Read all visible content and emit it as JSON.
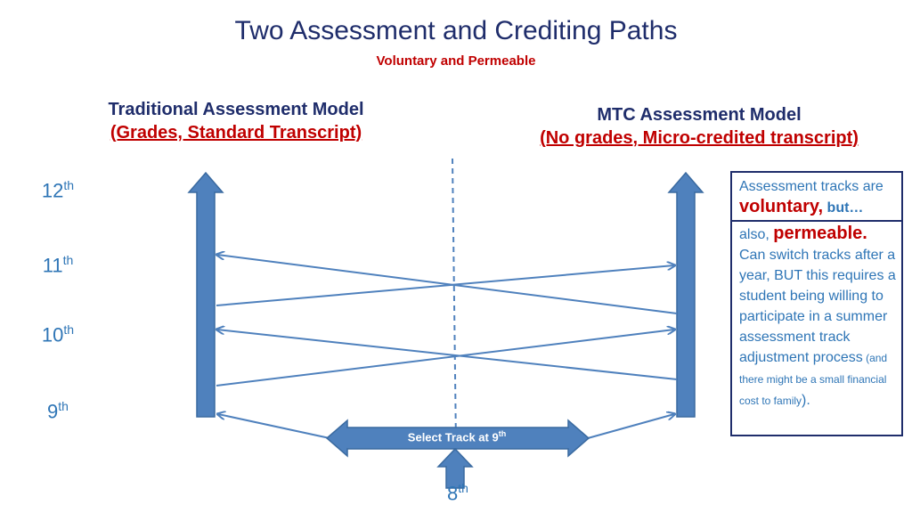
{
  "title": "Two Assessment and Crediting Paths",
  "subtitle": "Voluntary and Permeable",
  "left_model": {
    "name": "Traditional Assessment Model",
    "desc": "(Grades, Standard Transcript)"
  },
  "right_model": {
    "name": "MTC Assessment Model",
    "desc": "(No grades, Micro-credited transcript)"
  },
  "grades": [
    {
      "num": "12",
      "suffix": "th"
    },
    {
      "num": "11",
      "suffix": "th"
    },
    {
      "num": "10",
      "suffix": "th"
    },
    {
      "num": "9",
      "suffix": "th"
    }
  ],
  "entry": {
    "num": "8",
    "suffix": "th"
  },
  "select_track": {
    "text": "Select Track at 9",
    "suffix": "th"
  },
  "note": {
    "line1": "Assessment tracks are",
    "voluntary": "voluntary,",
    "but": " but…",
    "also": "also, ",
    "permeable": "permeable.",
    "body": " Can switch tracks after a year, BUT this requires a student being willing to participate in a summer assessment track adjustment process",
    "small": " (and there might be a small financial cost to family",
    "end": ")."
  },
  "colors": {
    "arrow_fill": "#4f81bd",
    "arrow_stroke": "#3a6aa0",
    "title": "#1f2d6b",
    "accent": "#c00000",
    "text_blue": "#2e75b6"
  }
}
